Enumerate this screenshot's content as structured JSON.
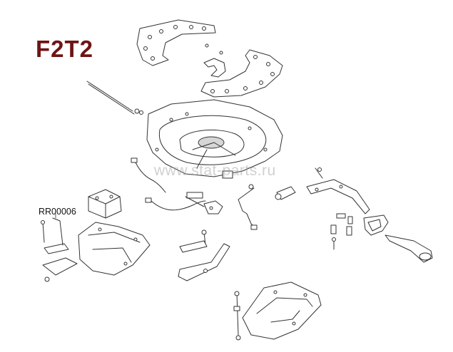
{
  "title": "F2T2",
  "callout": {
    "part_number": "RR00006"
  },
  "watermark": "www.stat-parts.ru",
  "colors": {
    "title": "#6e1414",
    "line": "#333333",
    "background": "#ffffff"
  }
}
